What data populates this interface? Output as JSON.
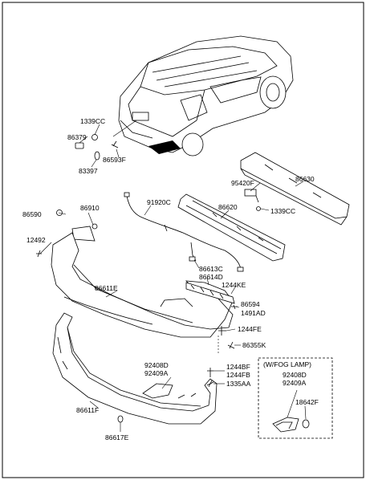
{
  "labels": {
    "p1339CC_a": "1339CC",
    "p86379": "86379",
    "p86593F": "86593F",
    "p83397": "83397",
    "p95420F": "95420F",
    "p86630": "86630",
    "p1339CC_b": "1339CC",
    "p91920C": "91920C",
    "p86620": "86620",
    "p86590": "86590",
    "p86910": "86910",
    "p12492": "12492",
    "p86613C": "86613C",
    "p86614D": "86614D",
    "p1244KE": "1244KE",
    "p86611E": "86611E",
    "p86594": "86594",
    "p1491AD": "1491AD",
    "p1244FE": "1244FE",
    "p86355K": "86355K",
    "p92408D_a": "92408D",
    "p92409A_a": "92409A",
    "p1244BF": "1244BF",
    "p1244FB": "1244FB",
    "p1335AA": "1335AA",
    "p86611F": "86611F",
    "p86617E": "86617E",
    "fog_title": "(W/FOG LAMP)",
    "p92408D_b": "92408D",
    "p92409A_b": "92409A",
    "p18642F": "18642F"
  }
}
